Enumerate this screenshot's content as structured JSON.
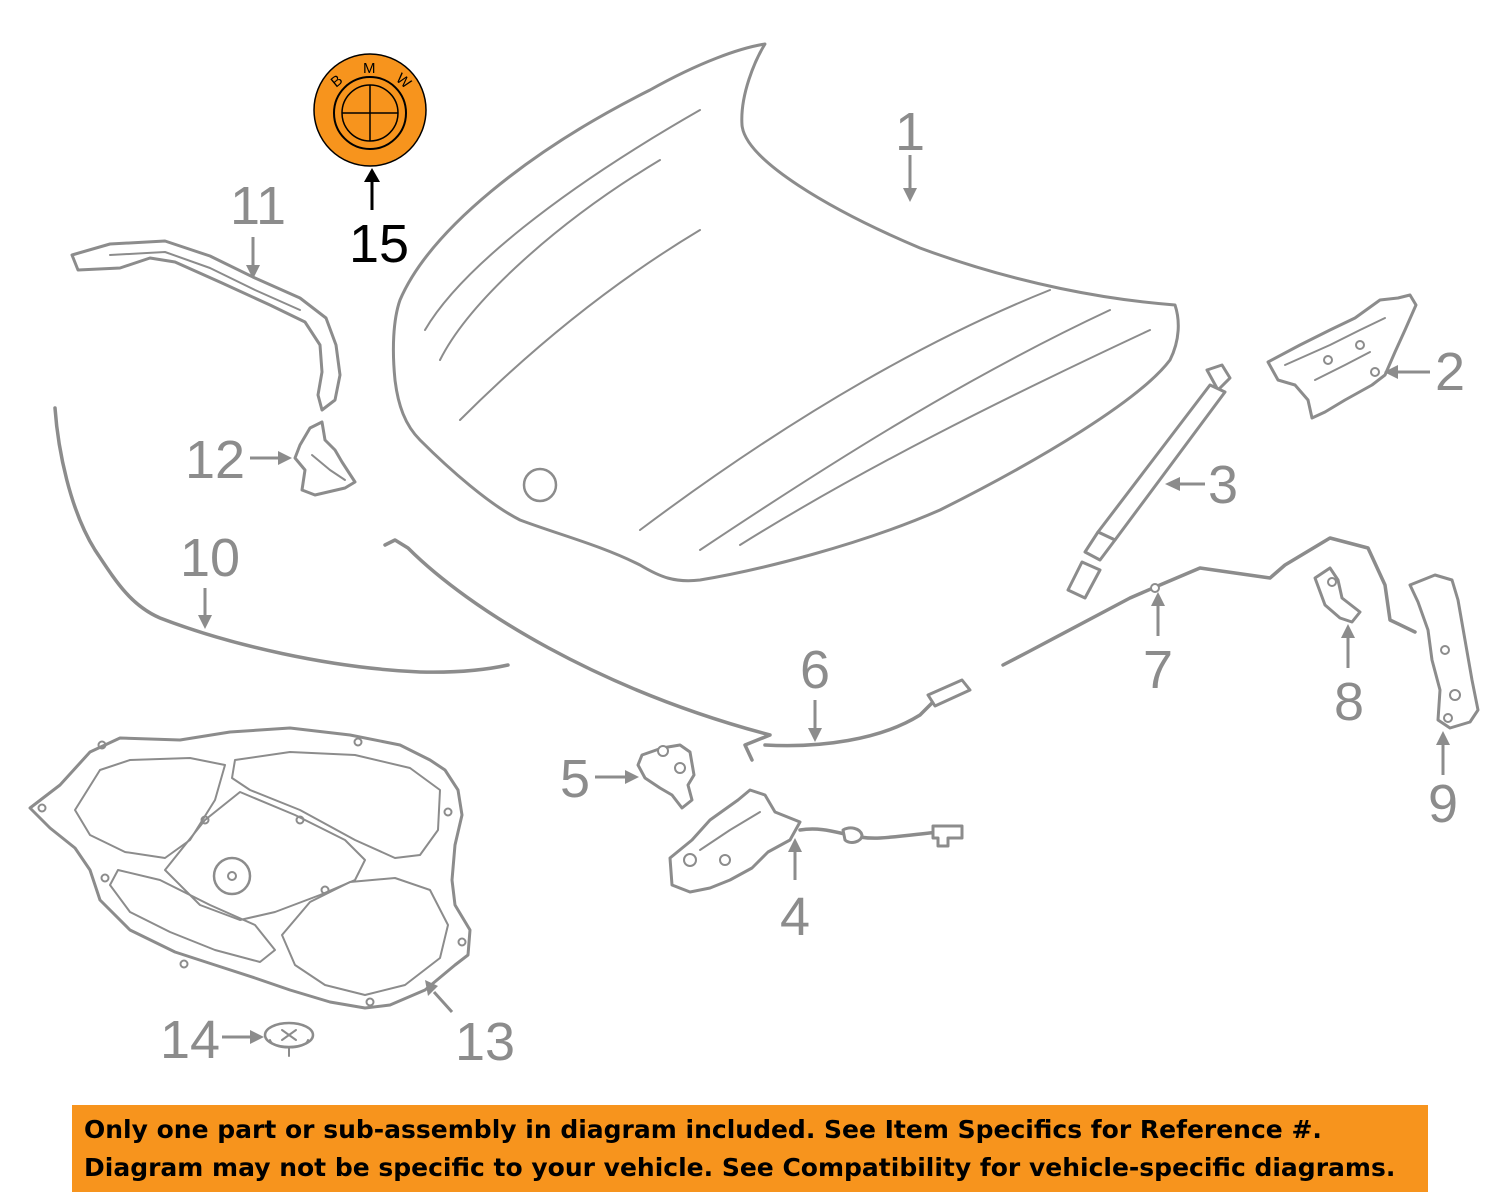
{
  "callouts": {
    "c1": "1",
    "c2": "2",
    "c3": "3",
    "c4": "4",
    "c5": "5",
    "c6": "6",
    "c7": "7",
    "c8": "8",
    "c9": "9",
    "c10": "10",
    "c11": "11",
    "c12": "12",
    "c13": "13",
    "c14": "14",
    "c15": "15"
  },
  "emblem": {
    "letter_b": "B",
    "letter_m": "M",
    "letter_w": "W"
  },
  "disclaimer": {
    "line1": "Only one part or sub-assembly in diagram included. See Item Specifics for Reference #.",
    "line2": "Diagram may not be specific to your vehicle. See Compatibility for vehicle-specific diagrams."
  },
  "colors": {
    "highlight": "#f7941d",
    "line_art": "#8c8c8c",
    "text_dark": "#000000"
  }
}
